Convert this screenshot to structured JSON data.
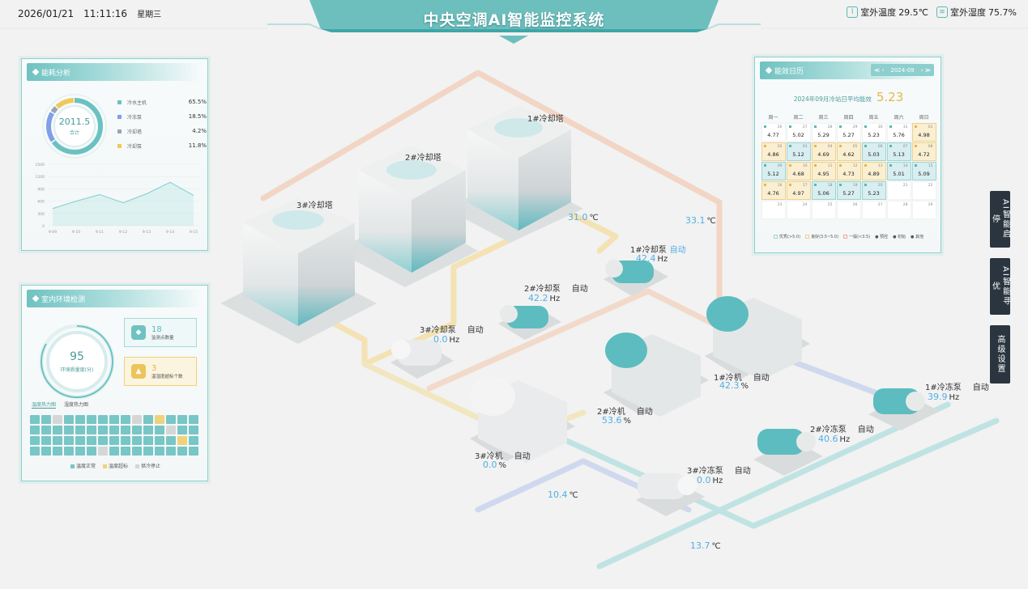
{
  "header": {
    "date": "2026/01/21",
    "time": "11:11:16",
    "weekday": "星期三",
    "title": "中央空调AI智能监控系统",
    "weather": [
      {
        "label": "室外温度",
        "value": "29.5℃",
        "icon": "thermometer-icon"
      },
      {
        "label": "室外湿度",
        "value": "75.7%",
        "icon": "humidity-icon"
      }
    ]
  },
  "energy": {
    "title": "能耗分析",
    "total_value": "2011.5",
    "total_label": "合计",
    "legend": [
      {
        "name": "冷水主机",
        "pct": "65.5%",
        "color": "#6bc1c2"
      },
      {
        "name": "冷冻泵",
        "pct": "18.5%",
        "color": "#7f9fe8"
      },
      {
        "name": "冷却塔",
        "pct": "4.2%",
        "color": "#9aa5b3"
      },
      {
        "name": "冷却泵",
        "pct": "11.8%",
        "color": "#efc85a"
      }
    ],
    "chart_data": {
      "type": "area",
      "x": [
        "9-09",
        "9-10",
        "9-11",
        "9-12",
        "9-13",
        "9-14",
        "9-15"
      ],
      "values": [
        420,
        600,
        760,
        560,
        780,
        1060,
        740
      ],
      "ylim": [
        0,
        1500
      ],
      "yticks": [
        "1500",
        "1200",
        "900",
        "600",
        "300",
        "0"
      ],
      "color": "#7bd0d0"
    }
  },
  "env": {
    "title": "室内环境检测",
    "score_value": "95",
    "score_label": "环境质量度(分)",
    "stats": [
      {
        "num": "18",
        "label": "监测点数量",
        "color": "#5bb7b6"
      },
      {
        "num": "3",
        "label": "温湿度超标个数",
        "color": "#e9bd4e"
      }
    ],
    "tabs": [
      "温度热力图",
      "湿度热力图"
    ],
    "heat_rows": [
      "gg gggggg gyggg",
      "gggggggggggg gg",
      "gggggggggggggyg",
      "gggggg gggggggg"
    ],
    "heat_legend": [
      {
        "label": "温度正常",
        "color": "#78c6c6"
      },
      {
        "label": "温度超标",
        "color": "#efd27c"
      },
      {
        "label": "供冷停止",
        "color": "#d6d6d6"
      }
    ]
  },
  "calendar": {
    "title": "能效日历",
    "pager": {
      "prev": "≪ ‹",
      "month": "2024-09",
      "next": "› ≫"
    },
    "avg_text": "2024年09月冷站日平均能效",
    "avg_value": "5.23",
    "weekdays": [
      "周一",
      "周二",
      "周三",
      "周四",
      "周五",
      "周六",
      "周日"
    ],
    "cells": [
      {
        "d": "26",
        "v": "4.77",
        "c": "n"
      },
      {
        "d": "27",
        "v": "5.02",
        "c": "n"
      },
      {
        "d": "28",
        "v": "5.29",
        "c": "n"
      },
      {
        "d": "29",
        "v": "5.27",
        "c": "n"
      },
      {
        "d": "30",
        "v": "5.23",
        "c": "n"
      },
      {
        "d": "31",
        "v": "5.76",
        "c": "n"
      },
      {
        "d": "01",
        "v": "4.98",
        "c": "y"
      },
      {
        "d": "02",
        "v": "4.86",
        "c": "y"
      },
      {
        "d": "03",
        "v": "5.12",
        "c": "g"
      },
      {
        "d": "04",
        "v": "4.69",
        "c": "y"
      },
      {
        "d": "05",
        "v": "4.62",
        "c": "y"
      },
      {
        "d": "06",
        "v": "5.03",
        "c": "g"
      },
      {
        "d": "07",
        "v": "5.13",
        "c": "g"
      },
      {
        "d": "08",
        "v": "4.72",
        "c": "y"
      },
      {
        "d": "09",
        "v": "5.12",
        "c": "g"
      },
      {
        "d": "10",
        "v": "4.68",
        "c": "y"
      },
      {
        "d": "11",
        "v": "4.95",
        "c": "y"
      },
      {
        "d": "12",
        "v": "4.73",
        "c": "y"
      },
      {
        "d": "13",
        "v": "4.89",
        "c": "y"
      },
      {
        "d": "14",
        "v": "5.01",
        "c": "g"
      },
      {
        "d": "15",
        "v": "5.09",
        "c": "g"
      },
      {
        "d": "16",
        "v": "4.76",
        "c": "y"
      },
      {
        "d": "17",
        "v": "4.97",
        "c": "y"
      },
      {
        "d": "18",
        "v": "5.06",
        "c": "g"
      },
      {
        "d": "19",
        "v": "5.27",
        "c": "g"
      },
      {
        "d": "20",
        "v": "5.23",
        "c": "g"
      },
      {
        "d": "21",
        "v": "",
        "c": "n"
      },
      {
        "d": "22",
        "v": "",
        "c": "n"
      },
      {
        "d": "23",
        "v": "",
        "c": "n"
      },
      {
        "d": "24",
        "v": "",
        "c": "n"
      },
      {
        "d": "25",
        "v": "",
        "c": "n"
      },
      {
        "d": "26",
        "v": "",
        "c": "n"
      },
      {
        "d": "27",
        "v": "",
        "c": "n"
      },
      {
        "d": "28",
        "v": "",
        "c": "n"
      },
      {
        "d": "29",
        "v": "",
        "c": "n"
      }
    ],
    "legend": [
      {
        "label": "优秀(>5.0)",
        "color": "#9fd3d2"
      },
      {
        "label": "良好(3.5~5.0)",
        "color": "#ecd08c"
      },
      {
        "label": "一般(<3.5)",
        "color": "#f0a3a3"
      },
      {
        "label": "● 预控",
        "color": ""
      },
      {
        "label": "● 初始",
        "color": ""
      },
      {
        "label": "● 其他",
        "color": ""
      }
    ]
  },
  "buttons": [
    "AI智能启停",
    "AI智能寻优",
    "高级设置"
  ],
  "scene": {
    "towers": [
      "1#冷却塔",
      "2#冷却塔",
      "3#冷却塔"
    ],
    "temps": [
      "31.0",
      "33.1",
      "10.4",
      "13.7"
    ],
    "temp_unit": "℃",
    "cooling_pumps": [
      {
        "name": "1#冷却泵",
        "mode": "自动",
        "value": "42.4",
        "unit": "Hz"
      },
      {
        "name": "2#冷却泵",
        "mode": "自动",
        "value": "42.2",
        "unit": "Hz"
      },
      {
        "name": "3#冷却泵",
        "mode": "自动",
        "value": "0.0",
        "unit": "Hz"
      }
    ],
    "chillers": [
      {
        "name": "1#冷机",
        "mode": "自动",
        "value": "42.3",
        "unit": "%"
      },
      {
        "name": "2#冷机",
        "mode": "自动",
        "value": "53.6",
        "unit": "%"
      },
      {
        "name": "3#冷机",
        "mode": "自动",
        "value": "0.0",
        "unit": "%"
      }
    ],
    "freeze_pumps": [
      {
        "name": "1#冷冻泵",
        "mode": "自动",
        "value": "39.9",
        "unit": "Hz"
      },
      {
        "name": "2#冷冻泵",
        "mode": "自动",
        "value": "40.6",
        "unit": "Hz"
      },
      {
        "name": "3#冷冻泵",
        "mode": "自动",
        "value": "0.0",
        "unit": "Hz"
      }
    ]
  }
}
